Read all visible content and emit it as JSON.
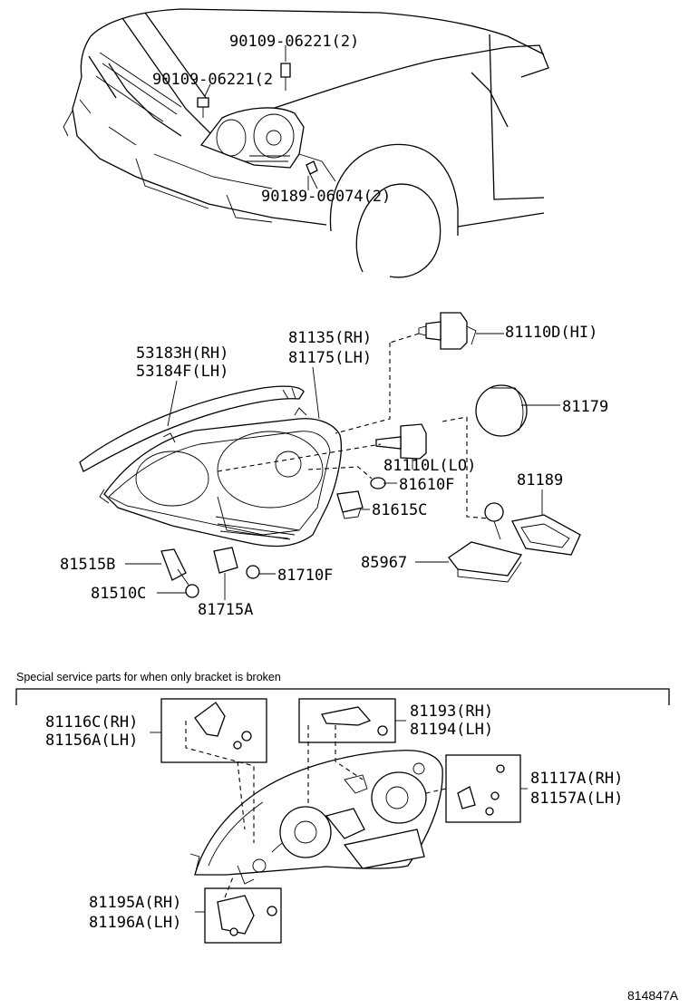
{
  "callouts": {
    "bolt_top": "90109-06221(2)",
    "bolt_left": "90109-06221(2",
    "clip": "90189-06074(2)",
    "bracket_rh": "53183H(RH)",
    "bracket_lh": "53184F(LH)",
    "headlamp_rh": "81135(RH)",
    "headlamp_lh": "81175(LH)",
    "bulb_hi": "81110D(HI)",
    "cover": "81179",
    "bulb_lo": "81110L(LO)",
    "bulb_81610f": "81610F",
    "socket_81615c": "81615C",
    "computer": "81189",
    "ecu": "85967",
    "socket_81515b": "81515B",
    "bulb_81510c": "81510C",
    "bulb_81710f": "81710F",
    "socket_81715a": "81715A",
    "stay_81116c": "81116C(RH)",
    "stay_81156a": "81156A(LH)",
    "stay_81193": "81193(RH)",
    "stay_81194": "81194(LH)",
    "stay_81117a": "81117A(RH)",
    "stay_81157a": "81157A(LH)",
    "stay_81195a": "81195A(RH)",
    "stay_81196a": "81196A(LH)"
  },
  "section_note": "Special service parts for when only bracket is broken",
  "diagram_code": "814847A"
}
